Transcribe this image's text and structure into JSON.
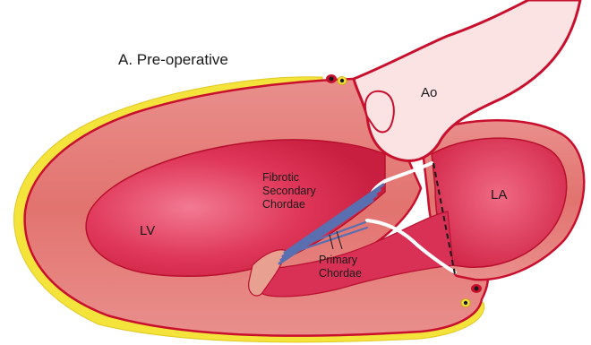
{
  "title": "A. Pre-operative",
  "labels": {
    "ao": "Ao",
    "la": "LA",
    "lv": "LV",
    "secondary": [
      "Fibrotic",
      "Secondary",
      "Chordae"
    ],
    "primary": [
      "Primary",
      "Chordae"
    ]
  },
  "colors": {
    "wall": "#e88a8a",
    "wall_dark": "#c0303a",
    "outline": "#c8102e",
    "cavity": "#df2e4e",
    "cavity_light": "#f06a84",
    "fat": "#f2e63a",
    "aorta_fill": "#fbe3e3",
    "chordae": "#5a6fb0"
  }
}
